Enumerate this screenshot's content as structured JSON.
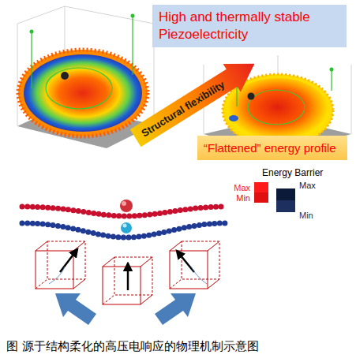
{
  "diagram": {
    "caption": "图 源于结构柔化的高压电响应的物理机制示意图",
    "nodes": [
      {
        "text": [
          "High and thermally stable Piezoelectricity"
        ]
      },
      {
        "text": [
          "Structural flexibility"
        ]
      },
      {
        "text": [
          "“Flattened” energy profile"
        ]
      }
    ],
    "labels": [
      "Energy Barrier"
    ],
    "legend": [
      {
        "text": "Max",
        "color": "#ff1a1a"
      },
      {
        "text": "Min",
        "color": "#e01010"
      },
      {
        "text": "Max",
        "color": "#0c1a3a"
      },
      {
        "text": "Min",
        "color": "#1c2f5e"
      }
    ]
  }
}
